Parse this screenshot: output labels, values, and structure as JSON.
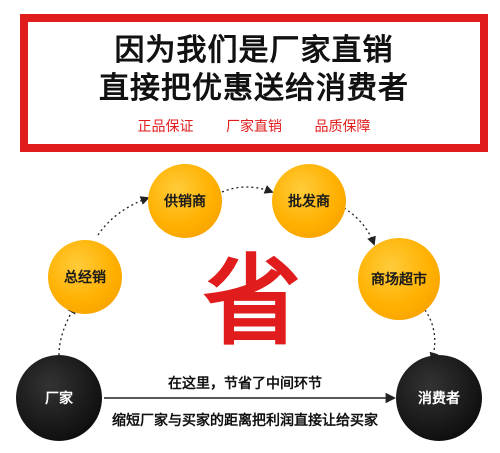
{
  "headline": {
    "line1": "因为我们是厂家直销",
    "line2": "直接把优惠送给消费者"
  },
  "tags": [
    "正品保证",
    "厂家直销",
    "品质保障"
  ],
  "diagram": {
    "nodes": {
      "factory": "厂家",
      "general_agent": "总经销",
      "supplier": "供销商",
      "wholesaler": "批发商",
      "mall": "商场超市",
      "consumer": "消费者"
    },
    "center_char": "省",
    "note_line1": "在这里，节省了中间环节",
    "note_line2": "缩短厂家与买家的距离把利润直接让给买家"
  },
  "colors": {
    "accent_red": "#e01c1c",
    "node_orange": "#ffb000",
    "node_black": "#111111"
  }
}
